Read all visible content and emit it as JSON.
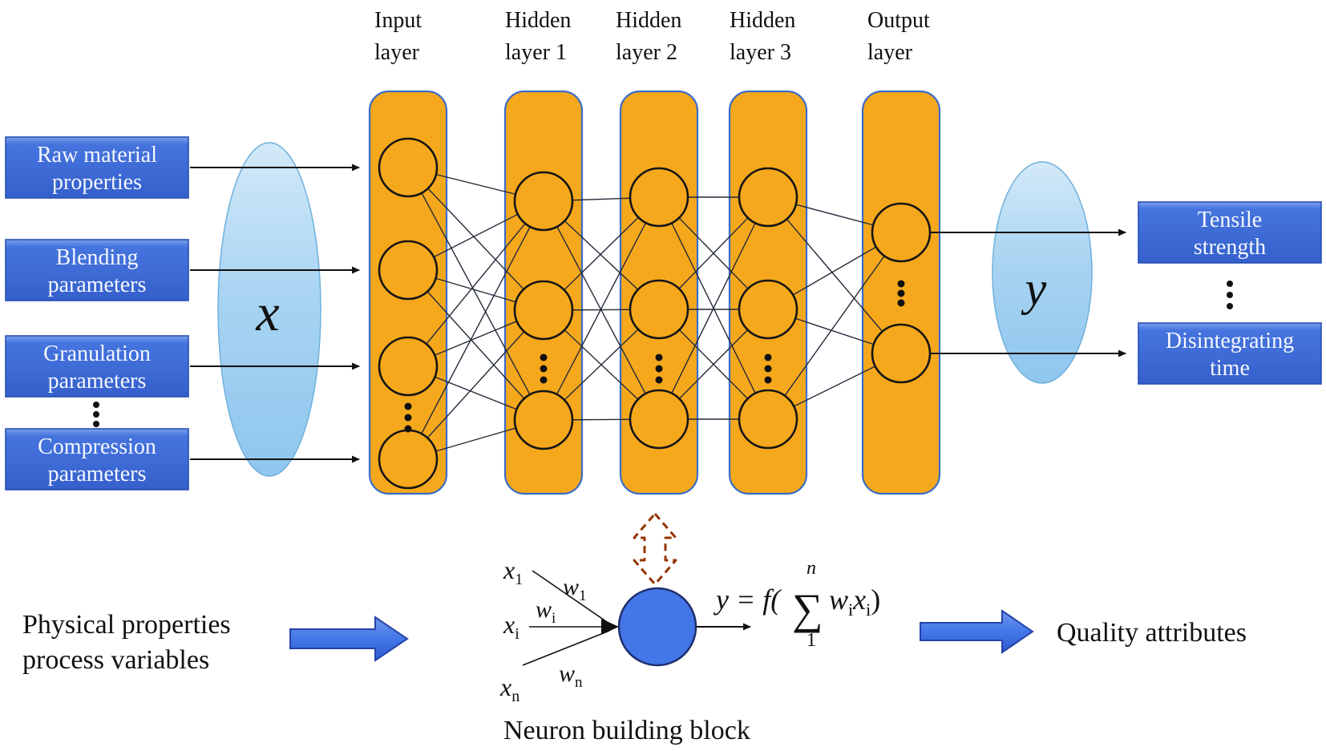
{
  "layers": {
    "input": {
      "label_line1": "Input",
      "label_line2": "layer"
    },
    "hidden1": {
      "label_line1": "Hidden",
      "label_line2": "layer 1"
    },
    "hidden2": {
      "label_line1": "Hidden",
      "label_line2": "layer 2"
    },
    "hidden3": {
      "label_line1": "Hidden",
      "label_line2": "layer 3"
    },
    "output": {
      "label_line1": "Output",
      "label_line2": "layer"
    }
  },
  "input_boxes": [
    {
      "line1": "Raw material",
      "line2": "properties"
    },
    {
      "line1": "Blending",
      "line2": "parameters"
    },
    {
      "line1": "Granulation",
      "line2": "parameters"
    },
    {
      "line1": "Compression",
      "line2": "parameters"
    }
  ],
  "output_boxes": [
    {
      "line1": "Tensile",
      "line2": "strength"
    },
    {
      "line1": "Disintegrating",
      "line2": "time"
    }
  ],
  "symbols": {
    "input_vector": "x",
    "output_vector": "y"
  },
  "captions": {
    "left_line1": "Physical properties",
    "left_line2": "process variables",
    "right": "Quality attributes",
    "neuron": "Neuron building block"
  },
  "neuron_block": {
    "inputs": [
      {
        "base": "x",
        "sub": "1"
      },
      {
        "base": "x",
        "sub": "i"
      },
      {
        "base": "x",
        "sub": "n"
      }
    ],
    "weights": [
      {
        "base": "w",
        "sub": "1"
      },
      {
        "base": "w",
        "sub": "i"
      },
      {
        "base": "w",
        "sub": "n"
      }
    ],
    "formula": {
      "lhs": "y = f(",
      "sum": "∑",
      "upper": "n",
      "lower": "1",
      "w": "w",
      "wsub": "i",
      "x": "x",
      "xsub": "i",
      "close": ")"
    }
  },
  "colors": {
    "panel_orange": "#F6A81C",
    "box_blue": "#3E6CD8",
    "ellipse_blue": "#A9D4F2",
    "neuron_blue": "#4377E8",
    "dashed_red": "#943500"
  }
}
